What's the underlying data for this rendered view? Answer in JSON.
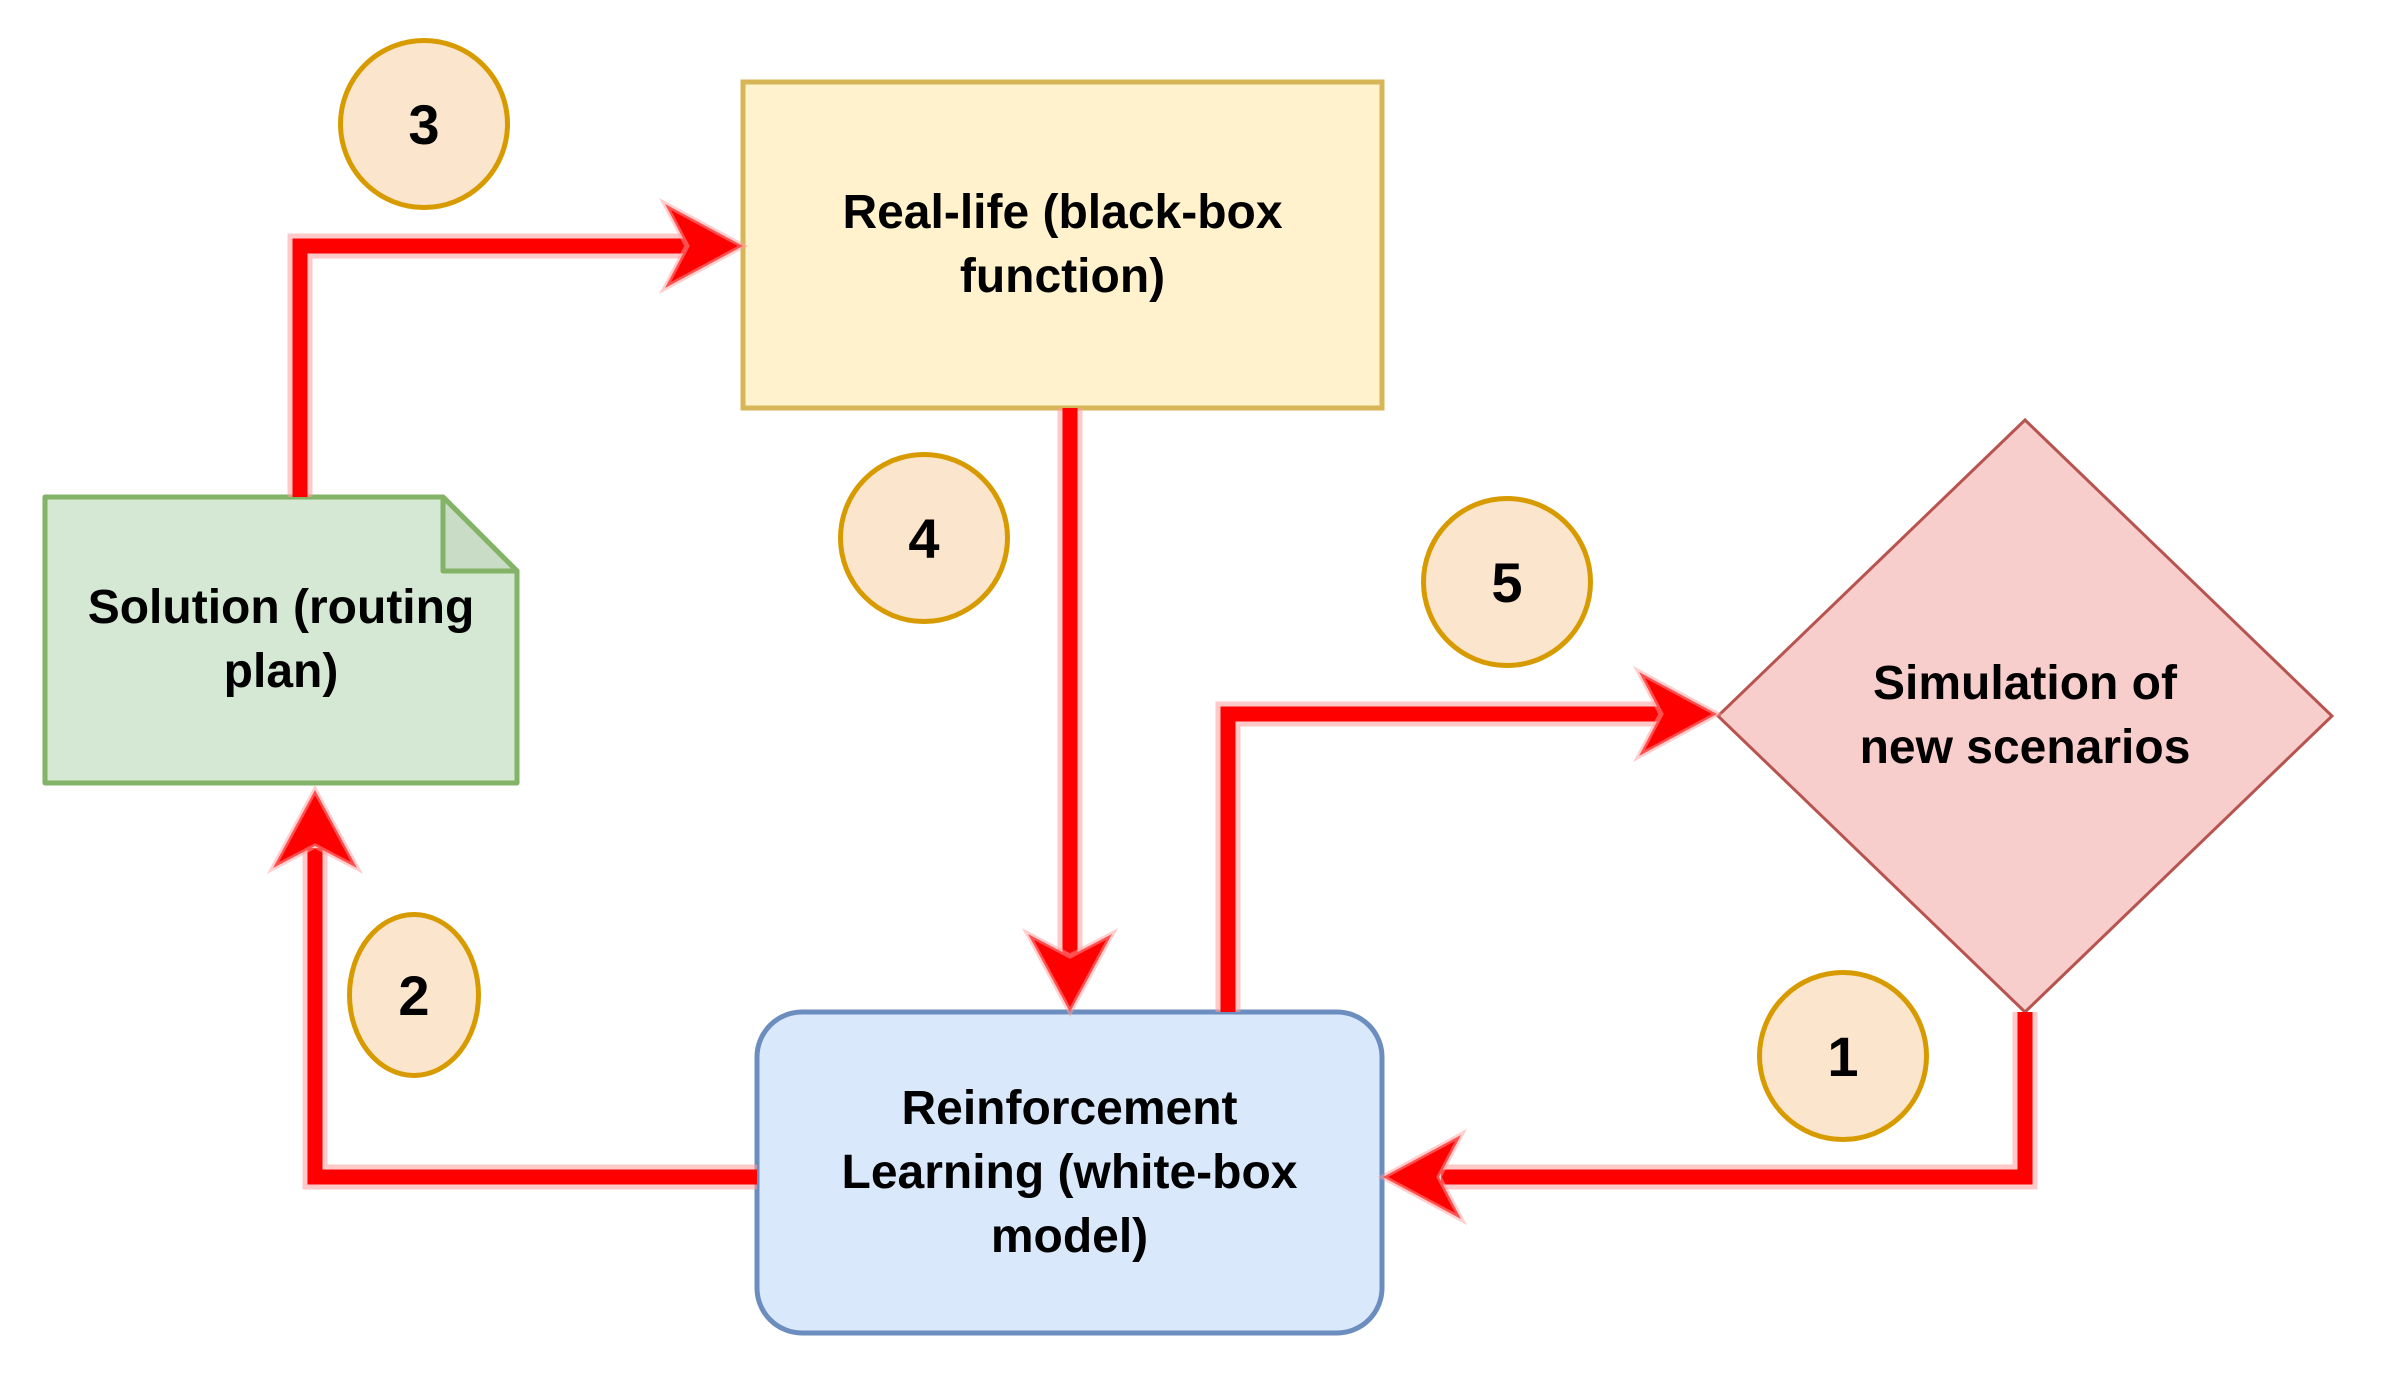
{
  "diagram": {
    "background": "#ffffff",
    "arrow_color": "#FF0000",
    "nodes": {
      "real_life": {
        "shape": "rectangle",
        "lines": [
          "Real-life (black-box",
          "function)"
        ],
        "fill": "#FFF2CC",
        "border": "#D6B656"
      },
      "solution": {
        "shape": "note",
        "lines": [
          "Solution (routing",
          "plan)"
        ],
        "fill": "#D5E8D4",
        "fold_fill": "#C9DDC6",
        "border": "#82B366"
      },
      "simulation": {
        "shape": "diamond",
        "lines": [
          "Simulation of",
          "new scenarios"
        ],
        "fill": "#F8CECC",
        "border": "#B85450"
      },
      "reinforcement_learning": {
        "shape": "rounded-rectangle",
        "lines": [
          "Reinforcement",
          "Learning (white-box",
          "model)"
        ],
        "fill": "#DAE8FC",
        "border": "#6C8EBF"
      }
    },
    "steps": [
      {
        "number": "1",
        "from": "simulation",
        "to": "reinforcement_learning"
      },
      {
        "number": "2",
        "from": "reinforcement_learning",
        "to": "solution"
      },
      {
        "number": "3",
        "from": "solution",
        "to": "real_life"
      },
      {
        "number": "4",
        "from": "real_life",
        "to": "reinforcement_learning"
      },
      {
        "number": "5",
        "from": "reinforcement_learning",
        "to": "simulation"
      }
    ],
    "step_badge": {
      "fill": "#FCE5CD",
      "border": "#D79B00",
      "text_color": "#000000"
    }
  }
}
